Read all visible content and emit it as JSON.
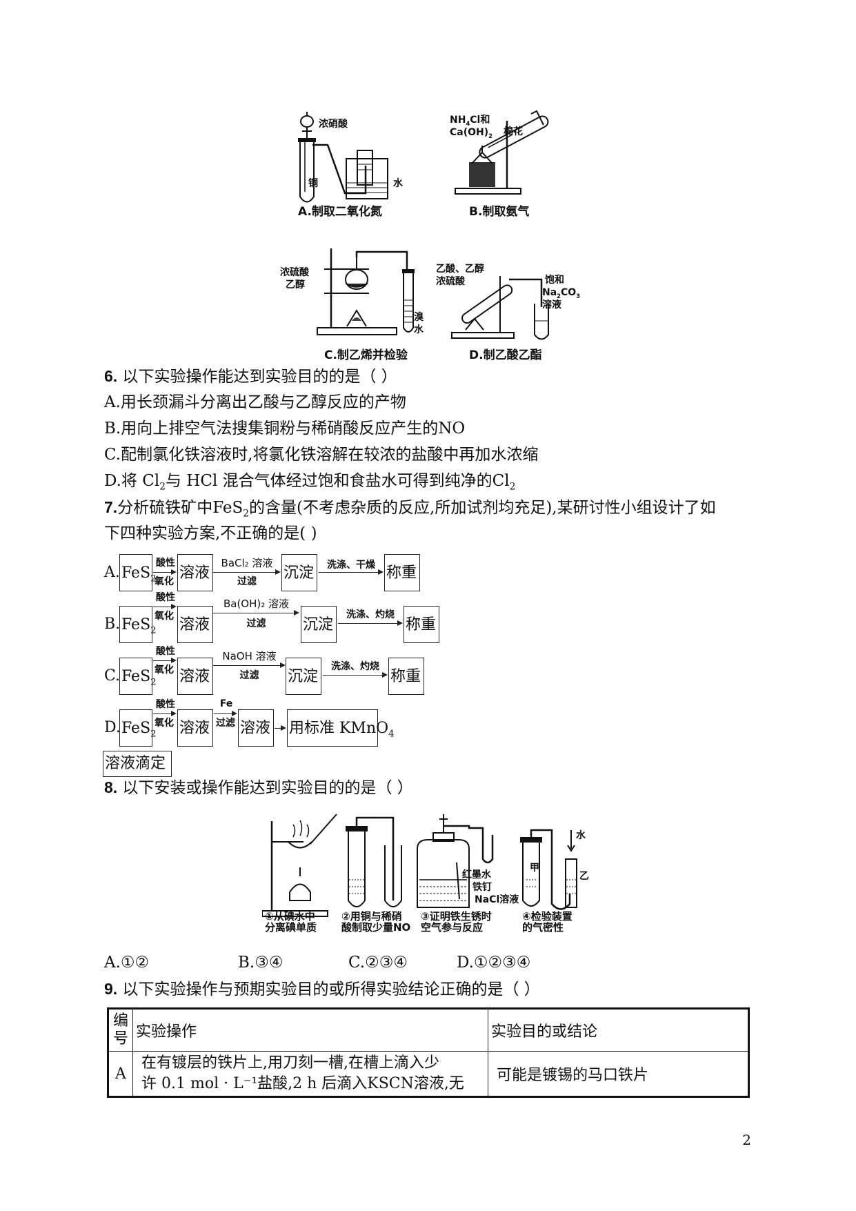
{
  "figure5": {
    "labels": {
      "a_acid": "浓硝酸",
      "a_copper": "铜",
      "a_water": "水",
      "b_reagent_line1": "NH",
      "b_reagent_line1_sub": "4",
      "b_reagent_line1_end": "Cl和",
      "b_reagent_line2": "Ca(OH)",
      "b_reagent_line2_sub": "2",
      "b_cotton": "棉花",
      "c_reagent1": "浓硫酸",
      "c_reagent2": "乙醇",
      "c_bromine1": "溴",
      "c_bromine2": "水",
      "d_reagent1": "乙酸、乙醇",
      "d_reagent2": "浓硫酸",
      "d_sat1": "饱和",
      "d_sat2": "Na",
      "d_sat2_sub1": "2",
      "d_sat2_mid": "CO",
      "d_sat2_sub2": "3",
      "d_sat3": "溶液"
    },
    "captions": {
      "a": "A.制取二氧化氮",
      "b": "B.制取氨气",
      "c": "C.制乙烯并检验",
      "d": "D.制乙酸乙酯"
    }
  },
  "q6": {
    "num": "6.",
    "stem": "以下实验操作能达到实验目的的是（   ）",
    "options": [
      "A.用长颈漏斗分离出乙酸与乙醇反应的产物",
      "B.用向上排空气法搜集铜粉与稀硝酸反应产生的NO",
      "C.配制氯化铁溶液时,将氯化铁溶解在较浓的盐酸中再加水浓缩"
    ],
    "option_d_pre": "D.将 Cl",
    "option_d_sub1": "2",
    "option_d_mid": "与 HCl 混合气体经过饱和食盐水可得到纯净的Cl",
    "option_d_sub2": "2"
  },
  "q7": {
    "num": "7.",
    "stem_line1_pre": "分析硫铁矿中FeS",
    "stem_line1_sub": "2",
    "stem_line1_post": "的含量(不考虑杂质的反应,所加试剂均充足),某研讨性小组设计了如",
    "stem_line2": "下四种实验方案,不正确的是(      )",
    "fes_main": "FeS",
    "fes_sub": "2",
    "acid_top": "酸性",
    "acid_bottom": "氧化",
    "solution": "溶液",
    "precipitate": "沉淀",
    "weigh": "称重",
    "filter": "过滤",
    "rows": [
      {
        "label": "A.",
        "reagent": "BaCl₂ 溶液",
        "step3": "洗涤、干燥"
      },
      {
        "label": "B.",
        "reagent": "Ba(OH)₂ 溶液",
        "step3": "洗涤、灼烧"
      },
      {
        "label": "C.",
        "reagent": "NaOH 溶液",
        "step3": "洗涤、灼烧"
      }
    ],
    "row_d": {
      "label": "D.",
      "reagent": "Fe",
      "final_pre": "用标准 KMnO",
      "final_sub": "4",
      "final_tail": "溶液滴定"
    }
  },
  "q8": {
    "num": "8.",
    "stem": "以下安装或操作能达到实验目的的是（    ）",
    "fig_labels": {
      "water": "水",
      "red_ink": "红墨水",
      "iron_nail": "铁钉",
      "nacl": "NaCl溶液",
      "jia": "甲",
      "yi": "乙"
    },
    "captions": [
      [
        "①从碘水中",
        "分离碘单质"
      ],
      [
        "②用铜与稀硝",
        "酸制取少量NO"
      ],
      [
        "③证明铁生锈时",
        "空气参与反应"
      ],
      [
        "④检验装置",
        "的气密性"
      ]
    ],
    "options": [
      "A.①②",
      "B.③④",
      "C.②③④",
      "D.①②③④"
    ]
  },
  "q9": {
    "num": "9.",
    "stem": "以下实验操作与预期实验目的或所得实验结论正确的是（    ）",
    "header": {
      "col1_line1": "编",
      "col1_line2": "号",
      "col2": "实验操作",
      "col3": "实验目的或结论"
    },
    "row_a": {
      "id": "A",
      "op_line1": "在有镀层的铁片上,用刀刻一槽,在槽上滴入少",
      "op_line2": "许 0.1 mol · L⁻¹盐酸,2 h 后滴入KSCN溶液,无",
      "result": "可能是镀锡的马口铁片"
    }
  },
  "page_number": "2"
}
